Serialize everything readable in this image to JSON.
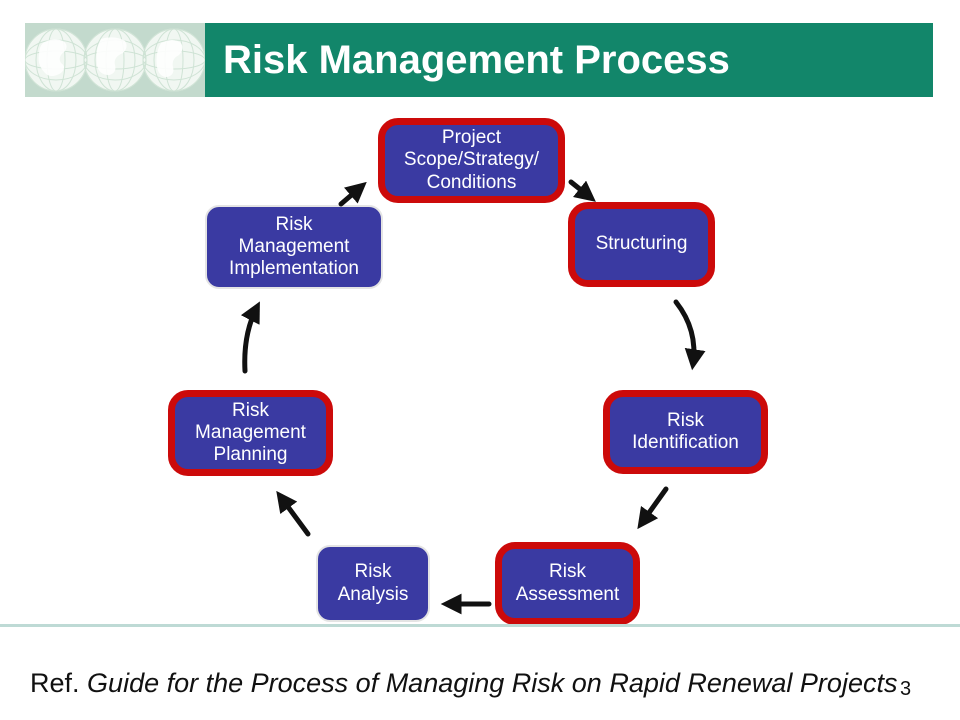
{
  "header": {
    "title": "Risk Management Process",
    "bar_color": "#12866a",
    "logo_bg_color": "#c3dacd",
    "logo_icon": "triple-globe-logo"
  },
  "diagram": {
    "box_fill_color": "#3a3aa2",
    "box_text_color": "#ffffff",
    "highlight_border_color": "#cc0a0a",
    "arrow_color": "#111111",
    "nodes": [
      {
        "id": "project-scope-strategy-conditions",
        "label": "Project\nScope/Strategy/\nConditions",
        "highlighted": true
      },
      {
        "id": "structuring",
        "label": "Structuring",
        "highlighted": true
      },
      {
        "id": "risk-identification",
        "label": "Risk\nIdentification",
        "highlighted": true
      },
      {
        "id": "risk-assessment",
        "label": "Risk\nAssessment",
        "highlighted": true
      },
      {
        "id": "risk-analysis",
        "label": "Risk\nAnalysis",
        "highlighted": false
      },
      {
        "id": "risk-management-planning",
        "label": "Risk\nManagement\nPlanning",
        "highlighted": true
      },
      {
        "id": "risk-management-implementation",
        "label": "Risk\nManagement\nImplementation",
        "highlighted": false
      }
    ],
    "flow_order": [
      "project-scope-strategy-conditions",
      "structuring",
      "risk-identification",
      "risk-assessment",
      "risk-analysis",
      "risk-management-planning",
      "risk-management-implementation"
    ]
  },
  "footer": {
    "ref_label": "Ref.",
    "ref_title": "Guide for the Process of Managing Risk on Rapid Renewal Projects",
    "page_number": "3",
    "divider_color": "#bedad5"
  }
}
